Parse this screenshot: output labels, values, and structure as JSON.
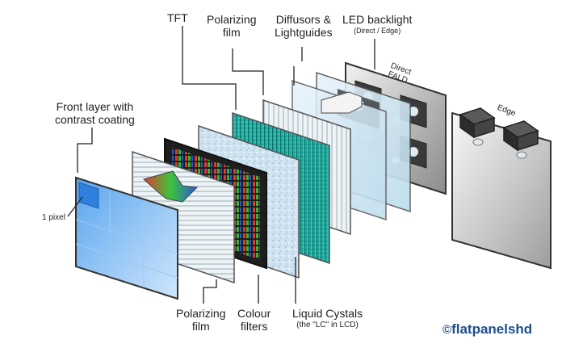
{
  "labels": {
    "tft": "TFT",
    "polarizing_film_top": [
      "Polarizing",
      "film"
    ],
    "diffusors": [
      "Diffusors &",
      "Lightguides"
    ],
    "led_backlight": "LED backlight",
    "led_backlight_sub": "(Direct / Edge)",
    "direct_fald": [
      "Direct",
      "FALD"
    ],
    "edge": "Edge",
    "front_layer": [
      "Front layer with",
      "contrast coating"
    ],
    "one_pixel": "1 pixel",
    "polarizing_film_bottom": [
      "Polarizing",
      "film"
    ],
    "colour_filters": [
      "Colour",
      "filters"
    ],
    "liquid_crystals": "Liquid Cystals",
    "liquid_crystals_sub": "(the \"LC\" in LCD)"
  },
  "brand": {
    "mark": "©",
    "name": "flatpanelshd"
  },
  "colors": {
    "front_blue": "#3f8fe6",
    "teal": "#1fb8a6",
    "frame_dark": "#2b2b2b",
    "backplate_gray": "#9a9a9a",
    "brand_blue": "#1f4e8c"
  },
  "icons": [
    "led-module-icon",
    "light-arrow-icon",
    "rgb-arrow-icon"
  ]
}
